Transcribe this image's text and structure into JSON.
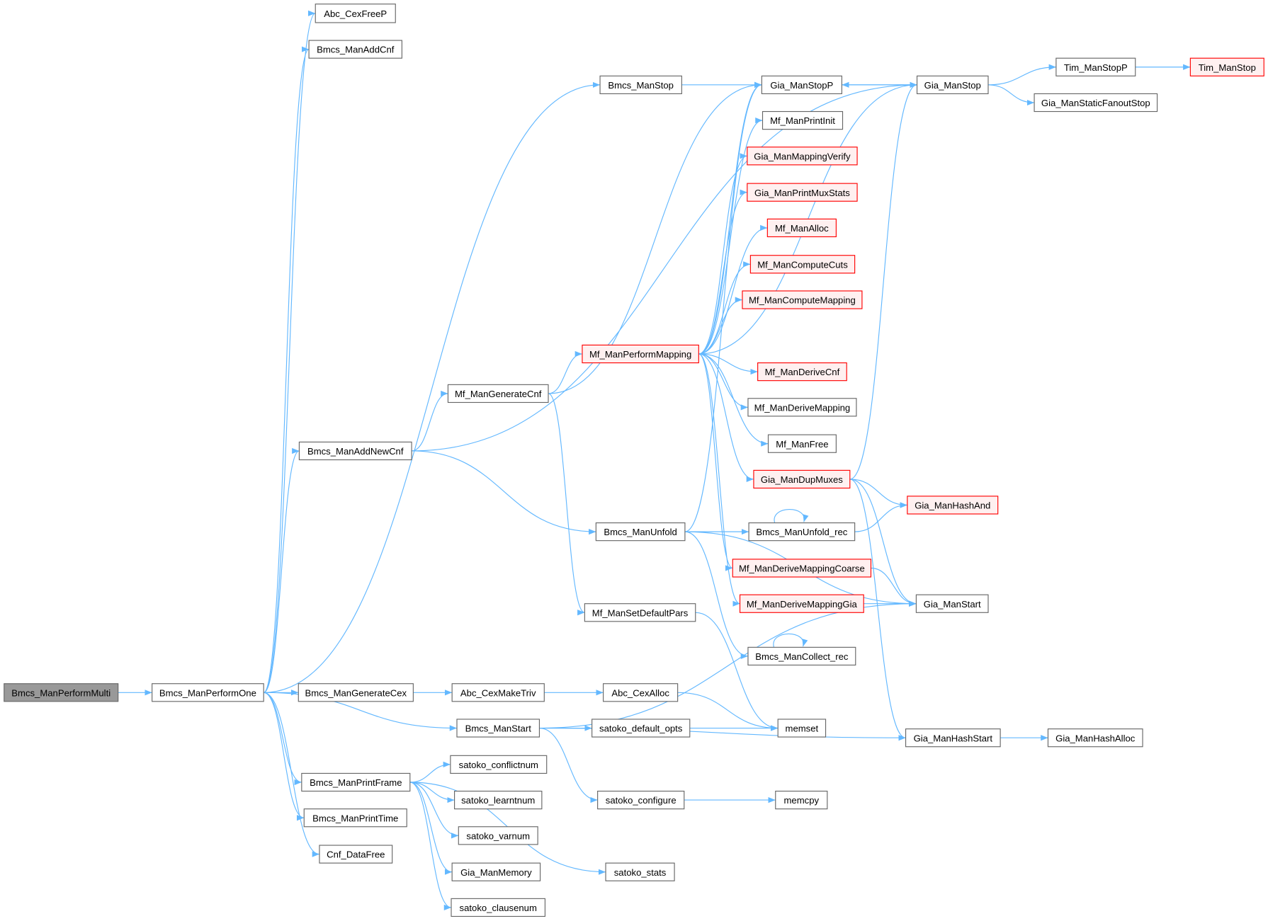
{
  "graph": {
    "root": "Bmcs_ManPerformMulti",
    "colors": {
      "edge": "#63b8ff",
      "node_border": "#666666",
      "red_border": "#ff0000",
      "red_fill": "#fff0f0",
      "root_fill": "#999999"
    },
    "nodes": [
      {
        "id": "Bmcs_ManPerformMulti",
        "style": "root"
      },
      {
        "id": "Bmcs_ManPerformOne",
        "style": "normal"
      },
      {
        "id": "Abc_CexFreeP",
        "style": "normal"
      },
      {
        "id": "Bmcs_ManAddCnf",
        "style": "normal"
      },
      {
        "id": "Bmcs_ManStop",
        "style": "normal"
      },
      {
        "id": "Gia_ManStopP",
        "style": "normal"
      },
      {
        "id": "Gia_ManStop",
        "style": "normal"
      },
      {
        "id": "Tim_ManStopP",
        "style": "normal"
      },
      {
        "id": "Tim_ManStop",
        "style": "red"
      },
      {
        "id": "Gia_ManStaticFanoutStop",
        "style": "normal"
      },
      {
        "id": "Mf_ManPrintInit",
        "style": "normal"
      },
      {
        "id": "Gia_ManMappingVerify",
        "style": "red"
      },
      {
        "id": "Gia_ManPrintMuxStats",
        "style": "red"
      },
      {
        "id": "Mf_ManAlloc",
        "style": "red"
      },
      {
        "id": "Mf_ManComputeCuts",
        "style": "red"
      },
      {
        "id": "Mf_ManComputeMapping",
        "style": "red"
      },
      {
        "id": "Mf_ManPerformMapping",
        "style": "red"
      },
      {
        "id": "Mf_ManGenerateCnf",
        "style": "normal"
      },
      {
        "id": "Mf_ManDeriveCnf",
        "style": "red"
      },
      {
        "id": "Mf_ManDeriveMapping",
        "style": "normal"
      },
      {
        "id": "Mf_ManFree",
        "style": "normal"
      },
      {
        "id": "Bmcs_ManAddNewCnf",
        "style": "normal"
      },
      {
        "id": "Gia_ManDupMuxes",
        "style": "red"
      },
      {
        "id": "Gia_ManHashAnd",
        "style": "red"
      },
      {
        "id": "Bmcs_ManUnfold",
        "style": "normal"
      },
      {
        "id": "Bmcs_ManUnfold_rec",
        "style": "normal"
      },
      {
        "id": "Mf_ManDeriveMappingCoarse",
        "style": "red"
      },
      {
        "id": "Mf_ManDeriveMappingGia",
        "style": "red"
      },
      {
        "id": "Gia_ManStart",
        "style": "normal"
      },
      {
        "id": "Mf_ManSetDefaultPars",
        "style": "normal"
      },
      {
        "id": "Bmcs_ManCollect_rec",
        "style": "normal"
      },
      {
        "id": "Bmcs_ManGenerateCex",
        "style": "normal"
      },
      {
        "id": "Abc_CexMakeTriv",
        "style": "normal"
      },
      {
        "id": "Abc_CexAlloc",
        "style": "normal"
      },
      {
        "id": "memset",
        "style": "normal"
      },
      {
        "id": "Bmcs_ManStart",
        "style": "normal"
      },
      {
        "id": "satoko_default_opts",
        "style": "normal"
      },
      {
        "id": "Gia_ManHashStart",
        "style": "normal"
      },
      {
        "id": "Gia_ManHashAlloc",
        "style": "normal"
      },
      {
        "id": "satoko_conflictnum",
        "style": "normal"
      },
      {
        "id": "Bmcs_ManPrintFrame",
        "style": "normal"
      },
      {
        "id": "satoko_learntnum",
        "style": "normal"
      },
      {
        "id": "satoko_configure",
        "style": "normal"
      },
      {
        "id": "memcpy",
        "style": "normal"
      },
      {
        "id": "Bmcs_ManPrintTime",
        "style": "normal"
      },
      {
        "id": "satoko_varnum",
        "style": "normal"
      },
      {
        "id": "Cnf_DataFree",
        "style": "normal"
      },
      {
        "id": "Gia_ManMemory",
        "style": "normal"
      },
      {
        "id": "satoko_stats",
        "style": "normal"
      },
      {
        "id": "satoko_clausenum",
        "style": "normal"
      }
    ],
    "edges": [
      [
        "Bmcs_ManPerformMulti",
        "Bmcs_ManPerformOne"
      ],
      [
        "Bmcs_ManPerformOne",
        "Abc_CexFreeP"
      ],
      [
        "Bmcs_ManPerformOne",
        "Bmcs_ManAddCnf"
      ],
      [
        "Bmcs_ManPerformOne",
        "Bmcs_ManStop"
      ],
      [
        "Bmcs_ManPerformOne",
        "Bmcs_ManAddNewCnf"
      ],
      [
        "Bmcs_ManPerformOne",
        "Bmcs_ManGenerateCex"
      ],
      [
        "Bmcs_ManPerformOne",
        "Bmcs_ManStart"
      ],
      [
        "Bmcs_ManPerformOne",
        "Bmcs_ManPrintFrame"
      ],
      [
        "Bmcs_ManPerformOne",
        "Bmcs_ManPrintTime"
      ],
      [
        "Bmcs_ManPerformOne",
        "Cnf_DataFree"
      ],
      [
        "Bmcs_ManStop",
        "Gia_ManStopP"
      ],
      [
        "Gia_ManStopP",
        "Gia_ManStop"
      ],
      [
        "Gia_ManStop",
        "Gia_ManStopP"
      ],
      [
        "Gia_ManStop",
        "Tim_ManStopP"
      ],
      [
        "Gia_ManStop",
        "Gia_ManStaticFanoutStop"
      ],
      [
        "Tim_ManStopP",
        "Tim_ManStop"
      ],
      [
        "Bmcs_ManAddNewCnf",
        "Gia_ManStop"
      ],
      [
        "Bmcs_ManAddNewCnf",
        "Mf_ManGenerateCnf"
      ],
      [
        "Bmcs_ManAddNewCnf",
        "Bmcs_ManUnfold"
      ],
      [
        "Mf_ManGenerateCnf",
        "Gia_ManStopP"
      ],
      [
        "Mf_ManGenerateCnf",
        "Mf_ManPerformMapping"
      ],
      [
        "Mf_ManGenerateCnf",
        "Mf_ManSetDefaultPars"
      ],
      [
        "Mf_ManPerformMapping",
        "Gia_ManStopP"
      ],
      [
        "Mf_ManPerformMapping",
        "Mf_ManPrintInit"
      ],
      [
        "Mf_ManPerformMapping",
        "Gia_ManMappingVerify"
      ],
      [
        "Mf_ManPerformMapping",
        "Gia_ManPrintMuxStats"
      ],
      [
        "Mf_ManPerformMapping",
        "Mf_ManAlloc"
      ],
      [
        "Mf_ManPerformMapping",
        "Mf_ManComputeCuts"
      ],
      [
        "Mf_ManPerformMapping",
        "Mf_ManComputeMapping"
      ],
      [
        "Mf_ManPerformMapping",
        "Gia_ManStop"
      ],
      [
        "Mf_ManPerformMapping",
        "Mf_ManDeriveCnf"
      ],
      [
        "Mf_ManPerformMapping",
        "Mf_ManDeriveMapping"
      ],
      [
        "Mf_ManPerformMapping",
        "Mf_ManFree"
      ],
      [
        "Mf_ManPerformMapping",
        "Gia_ManDupMuxes"
      ],
      [
        "Mf_ManPerformMapping",
        "Mf_ManDeriveMappingCoarse"
      ],
      [
        "Mf_ManPerformMapping",
        "Mf_ManDeriveMappingGia"
      ],
      [
        "Gia_ManDupMuxes",
        "Gia_ManStop"
      ],
      [
        "Gia_ManDupMuxes",
        "Gia_ManHashAnd"
      ],
      [
        "Gia_ManDupMuxes",
        "Gia_ManStart"
      ],
      [
        "Gia_ManDupMuxes",
        "Gia_ManHashStart"
      ],
      [
        "Bmcs_ManUnfold",
        "Gia_ManStopP"
      ],
      [
        "Bmcs_ManUnfold",
        "Bmcs_ManUnfold_rec"
      ],
      [
        "Bmcs_ManUnfold",
        "Bmcs_ManCollect_rec"
      ],
      [
        "Bmcs_ManUnfold",
        "Gia_ManStart"
      ],
      [
        "Bmcs_ManUnfold_rec",
        "Bmcs_ManUnfold_rec"
      ],
      [
        "Bmcs_ManUnfold_rec",
        "Gia_ManHashAnd"
      ],
      [
        "Bmcs_ManCollect_rec",
        "Bmcs_ManCollect_rec"
      ],
      [
        "Mf_ManDeriveMappingCoarse",
        "Gia_ManStart"
      ],
      [
        "Mf_ManDeriveMappingGia",
        "Gia_ManStart"
      ],
      [
        "Mf_ManSetDefaultPars",
        "memset"
      ],
      [
        "Bmcs_ManGenerateCex",
        "Abc_CexMakeTriv"
      ],
      [
        "Abc_CexMakeTriv",
        "Abc_CexAlloc"
      ],
      [
        "Abc_CexAlloc",
        "memset"
      ],
      [
        "Bmcs_ManStart",
        "satoko_default_opts"
      ],
      [
        "Bmcs_ManStart",
        "satoko_configure"
      ],
      [
        "Bmcs_ManStart",
        "Gia_ManStart"
      ],
      [
        "Bmcs_ManStart",
        "Gia_ManHashStart"
      ],
      [
        "satoko_default_opts",
        "memset"
      ],
      [
        "satoko_configure",
        "memcpy"
      ],
      [
        "Gia_ManHashStart",
        "Gia_ManHashAlloc"
      ],
      [
        "Bmcs_ManPrintFrame",
        "satoko_conflictnum"
      ],
      [
        "Bmcs_ManPrintFrame",
        "satoko_learntnum"
      ],
      [
        "Bmcs_ManPrintFrame",
        "satoko_varnum"
      ],
      [
        "Bmcs_ManPrintFrame",
        "Gia_ManMemory"
      ],
      [
        "Bmcs_ManPrintFrame",
        "satoko_clausenum"
      ],
      [
        "Bmcs_ManPrintFrame",
        "satoko_stats"
      ]
    ]
  }
}
